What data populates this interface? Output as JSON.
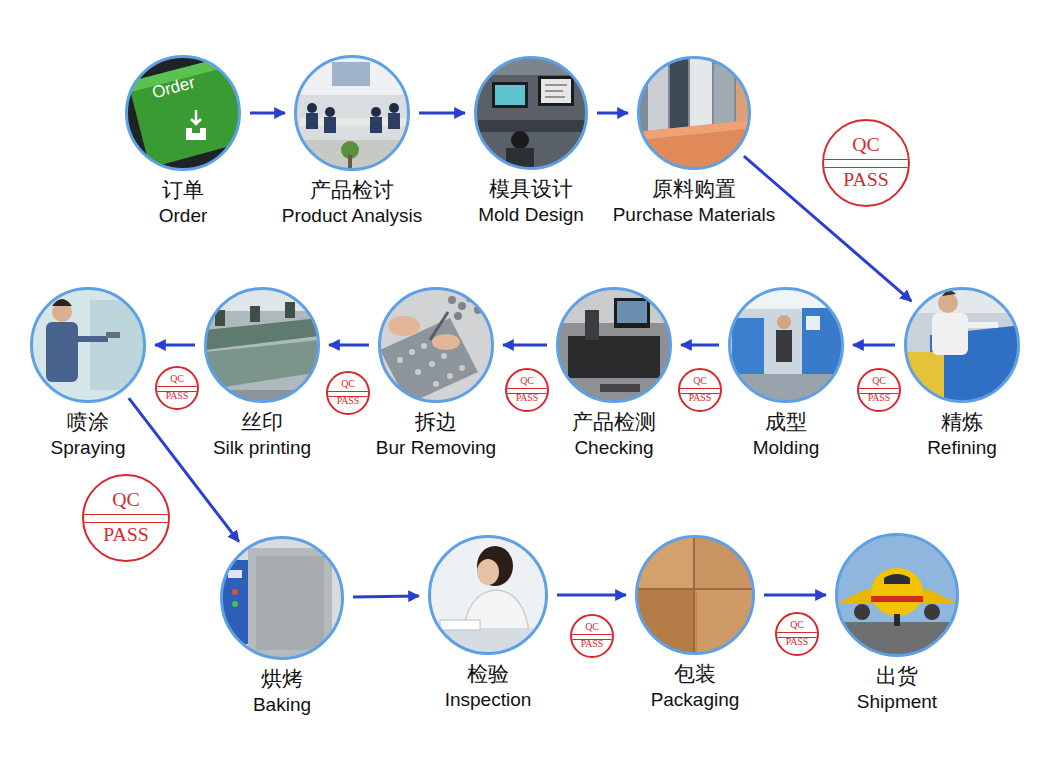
{
  "diagram": {
    "nodes": [
      {
        "text": [
          "订单",
          "Order"
        ]
      },
      {
        "text": [
          "产品检讨",
          "Product Analysis"
        ]
      },
      {
        "text": [
          "模具设计",
          "Mold Design"
        ]
      },
      {
        "text": [
          "原料购置",
          "Purchase Materials"
        ]
      },
      {
        "text": [
          "精炼",
          "Refining"
        ]
      },
      {
        "text": [
          "成型",
          "Molding"
        ]
      },
      {
        "text": [
          "产品检测",
          "Checking"
        ]
      },
      {
        "text": [
          "拆边",
          "Bur Removing"
        ]
      },
      {
        "text": [
          "丝印",
          "Silk printing"
        ]
      },
      {
        "text": [
          "喷涂",
          "Spraying"
        ]
      },
      {
        "text": [
          "烘烤",
          "Baking"
        ]
      },
      {
        "text": [
          "检验",
          "Inspection"
        ]
      },
      {
        "text": [
          "包装",
          "Packaging"
        ]
      },
      {
        "text": [
          "出货",
          "Shipment"
        ]
      },
      {
        "text": [
          "QC",
          "PASS"
        ]
      },
      {
        "text": [
          "QC",
          "PASS"
        ]
      },
      {
        "text": [
          "QC",
          "PASS"
        ]
      },
      {
        "text": [
          "QC",
          "PASS"
        ]
      },
      {
        "text": [
          "QC",
          "PASS"
        ]
      },
      {
        "text": [
          "QC",
          "PASS"
        ]
      },
      {
        "text": [
          "QC",
          "PASS"
        ]
      },
      {
        "text": [
          "QC",
          "PASS"
        ]
      },
      {
        "text": [
          "QC",
          "PASS"
        ]
      }
    ],
    "edges": [
      {
        "from": 0,
        "to": 1,
        "arrow": "to"
      },
      {
        "from": 1,
        "to": 2,
        "arrow": "to"
      },
      {
        "from": 2,
        "to": 3,
        "arrow": "to"
      },
      {
        "from": 3,
        "to": 4,
        "arrow": "to"
      },
      {
        "from": 4,
        "to": 5,
        "arrow": "to"
      },
      {
        "from": 5,
        "to": 6,
        "arrow": "to"
      },
      {
        "from": 6,
        "to": 7,
        "arrow": "to"
      },
      {
        "from": 7,
        "to": 8,
        "arrow": "to"
      },
      {
        "from": 8,
        "to": 9,
        "arrow": "to"
      },
      {
        "from": 9,
        "to": 10,
        "arrow": "to"
      },
      {
        "from": 10,
        "to": 11,
        "arrow": "to"
      },
      {
        "from": 11,
        "to": 12,
        "arrow": "to"
      },
      {
        "from": 12,
        "to": 13,
        "arrow": "to"
      }
    ],
    "labels": [
      "Order"
    ]
  }
}
